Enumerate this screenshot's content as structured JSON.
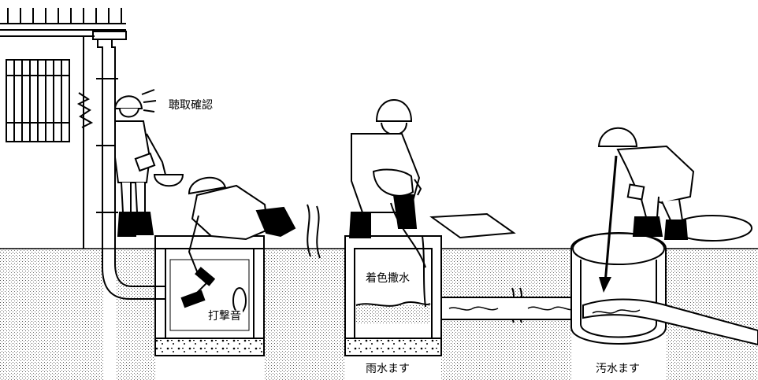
{
  "labels": {
    "listening_check": "聴取確認",
    "hammering_sound": "打撃音",
    "colored_water": "着色撒水",
    "rainwater_basin": "雨水ます",
    "sewage_basin": "汚水ます"
  }
}
